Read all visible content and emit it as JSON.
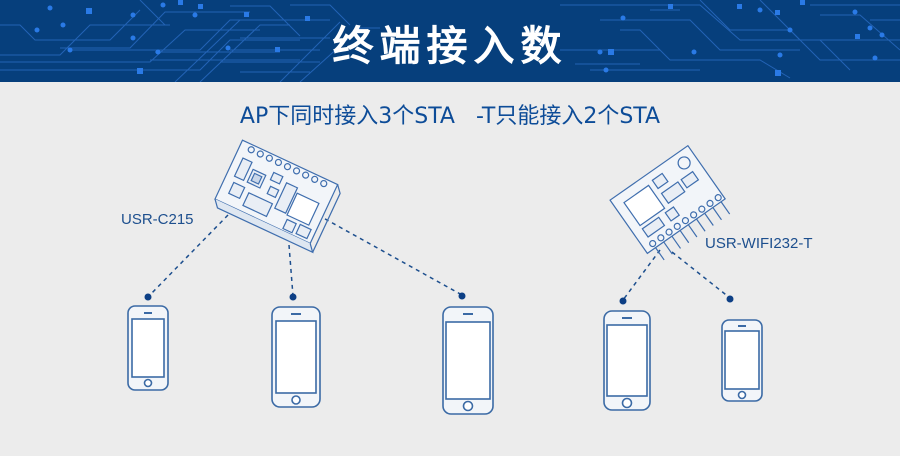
{
  "banner": {
    "title": "终端接入数",
    "background_color": "#063f7c",
    "decoration": "circuit-board-pattern"
  },
  "subtitle": "AP下同时接入3个STA   -T只能接入2个STA",
  "modules": [
    {
      "name": "USR-C215",
      "icon": "wifi-module-icon",
      "connected_devices": 3
    },
    {
      "name": "USR-WIFI232-T",
      "icon": "wifi-module-icon",
      "connected_devices": 2
    }
  ],
  "devices": [
    {
      "icon": "smartphone-icon",
      "module": "USR-C215"
    },
    {
      "icon": "smartphone-icon",
      "module": "USR-C215"
    },
    {
      "icon": "smartphone-icon",
      "module": "USR-C215"
    },
    {
      "icon": "smartphone-icon",
      "module": "USR-WIFI232-T"
    },
    {
      "icon": "smartphone-icon",
      "module": "USR-WIFI232-T"
    }
  ],
  "colors": {
    "accent": "#0d4c98",
    "line": "#1d4f8e",
    "background": "#ececec"
  }
}
